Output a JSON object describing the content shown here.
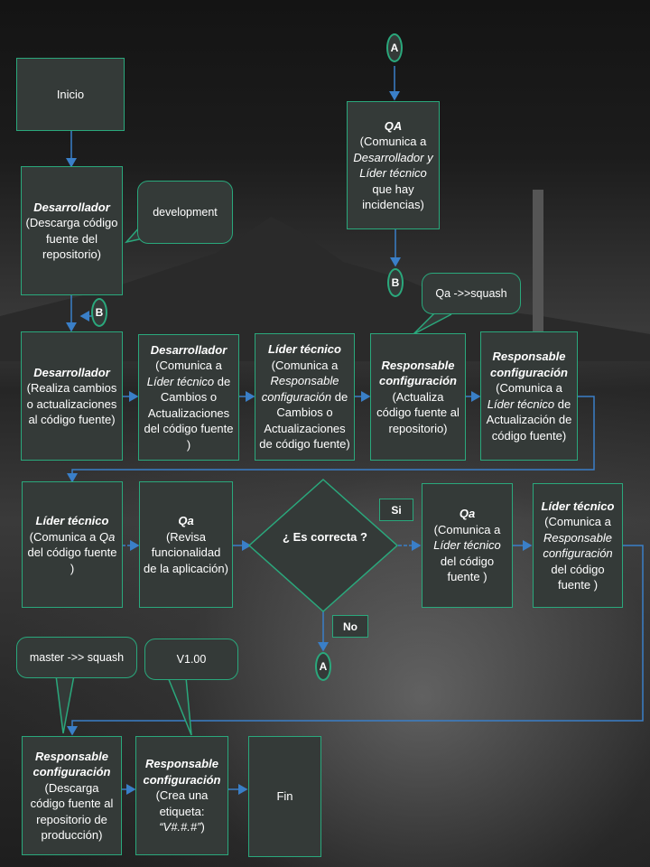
{
  "nodes": {
    "inicio": {
      "text": "Inicio"
    },
    "dev1": {
      "role": "Desarrollador",
      "text": "(Descarga código fuente del repositorio)"
    },
    "dev2": {
      "role": "Desarrollador",
      "text": "(Realiza cambios o actualizaciones al código fuente)"
    },
    "dev3": {
      "role": "Desarrollador",
      "text1": "(Comunica a ",
      "em": "Líder técnico",
      "text2": " de Cambios o Actualizaciones del código fuente )"
    },
    "lider1": {
      "role": "Líder técnico",
      "text1": "(Comunica a ",
      "em": "Responsable configuración",
      "text2": " de Cambios o Actualizaciones de código fuente)"
    },
    "resp1": {
      "role": "Responsable configuración",
      "text": "(Actualiza código fuente al repositorio)"
    },
    "resp2": {
      "role": "Responsable configuración",
      "text1": "(Comunica a ",
      "em": "Líder técnico",
      "text2": " de Actualización de código fuente)"
    },
    "qa_top": {
      "role": "QA",
      "text1": "(Comunica a ",
      "em": "Desarrollador y Líder técnico",
      "text2": " que hay incidencias)"
    },
    "lider2": {
      "role": "Líder técnico",
      "text1": "(Comunica a ",
      "em": "Qa",
      "text2": " del código fuente )"
    },
    "qa2": {
      "role": "Qa",
      "text": "(Revisa funcionalidad de la aplicación)"
    },
    "decision": {
      "text": "¿ Es correcta ?"
    },
    "qa3": {
      "role": "Qa",
      "text1": "(Comunica a ",
      "em": "Líder técnico",
      "text2": " del código fuente )"
    },
    "lider3": {
      "role": "Líder técnico",
      "text1": "(Comunica a ",
      "em": "Responsable configuración",
      "text2": " del código fuente )"
    },
    "resp3": {
      "role": "Responsable configuración",
      "text": "(Descarga código fuente al repositorio de producción)"
    },
    "resp4": {
      "role": "Responsable configuración",
      "text1": "(Crea una etiqueta: ",
      "em": "“V#.#.#”",
      "text2": ")"
    },
    "fin": {
      "text": "Fin"
    }
  },
  "callouts": {
    "development": "development",
    "qa_squash": "Qa ->>squash",
    "master_squash": "master ->> squash",
    "version": "V1.00"
  },
  "connectors": {
    "a": "A",
    "b": "B"
  },
  "labels": {
    "si": "Si",
    "no": "No"
  },
  "colors": {
    "box_fill": "#343a38",
    "border": "#2aa87c",
    "arrow": "#3a7fc8"
  }
}
